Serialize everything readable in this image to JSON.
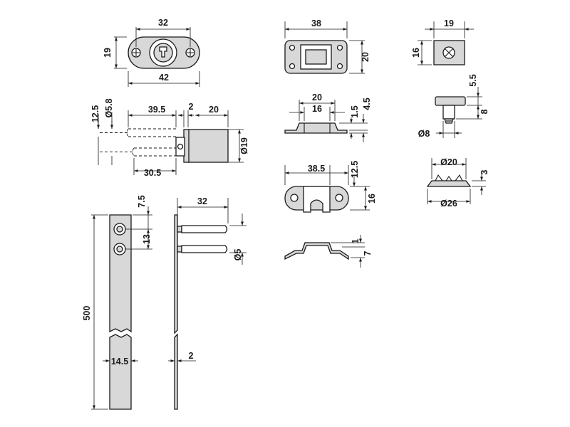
{
  "drawing": {
    "lock_body": {
      "dims": {
        "top_width": "32",
        "height": "19",
        "overall_width": "42"
      }
    },
    "lock_side": {
      "dims": {
        "pin_diameter": "Ø5.8",
        "offset": "12.5",
        "bolt_length": "39.5",
        "flange": "2",
        "body_length": "20",
        "body_diameter": "Ø19",
        "lower_length": "30.5"
      }
    },
    "rod": {
      "dims": {
        "top_offset": "7.5",
        "hole_pitch": "13",
        "length": "500",
        "width": "14.5"
      }
    },
    "rod_side": {
      "dims": {
        "pin_length": "32",
        "pin_diameter": "Ø5",
        "thickness": "2"
      }
    },
    "strike_plate": {
      "dims": {
        "width": "38",
        "height": "20"
      }
    },
    "strike_side": {
      "dims": {
        "outer_width": "20",
        "inner_width": "16",
        "depth_small": "1.5",
        "depth_total": "4.5"
      }
    },
    "guide": {
      "dims": {
        "width": "38.5",
        "offset": "12.5",
        "height": "16"
      }
    },
    "guide_side": {
      "dims": {
        "thickness": "1",
        "depth": "7"
      }
    },
    "small_block": {
      "dims": {
        "width": "19",
        "height": "16"
      }
    },
    "cap_side": {
      "dims": {
        "head_height": "5.5",
        "shank_height": "8",
        "shank_diameter": "Ø8"
      }
    },
    "rosette": {
      "dims": {
        "inner_diameter": "Ø20",
        "height": "3",
        "outer_diameter": "Ø26"
      }
    }
  }
}
